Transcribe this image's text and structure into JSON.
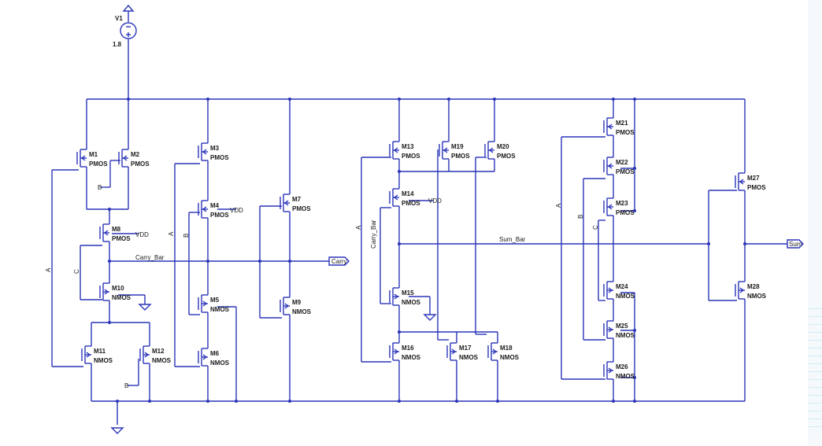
{
  "source": {
    "name": "V1",
    "value": "1.8"
  },
  "nets": {
    "vdd": "VDD",
    "a": "A",
    "b": "B",
    "c": "C",
    "carry_bar": "Carry_Bar",
    "carry": "Carry",
    "sum_bar": "Sum_Bar",
    "sum": "Sum"
  },
  "transistors": [
    {
      "name": "M1",
      "type": "PMOS"
    },
    {
      "name": "M2",
      "type": "PMOS"
    },
    {
      "name": "M3",
      "type": "PMOS"
    },
    {
      "name": "M4",
      "type": "PMOS"
    },
    {
      "name": "M5",
      "type": "NMOS"
    },
    {
      "name": "M6",
      "type": "NMOS"
    },
    {
      "name": "M7",
      "type": "PMOS"
    },
    {
      "name": "M8",
      "type": "PMOS"
    },
    {
      "name": "M9",
      "type": "NMOS"
    },
    {
      "name": "M10",
      "type": "NMOS"
    },
    {
      "name": "M11",
      "type": "NMOS"
    },
    {
      "name": "M12",
      "type": "NMOS"
    },
    {
      "name": "M13",
      "type": "PMOS"
    },
    {
      "name": "M14",
      "type": "PMOS"
    },
    {
      "name": "M15",
      "type": "NMOS"
    },
    {
      "name": "M16",
      "type": "NMOS"
    },
    {
      "name": "M17",
      "type": "NMOS"
    },
    {
      "name": "M18",
      "type": "NMOS"
    },
    {
      "name": "M19",
      "type": "PMOS"
    },
    {
      "name": "M20",
      "type": "PMOS"
    },
    {
      "name": "M21",
      "type": "PMOS"
    },
    {
      "name": "M22",
      "type": "PMOS"
    },
    {
      "name": "M23",
      "type": "PMOS"
    },
    {
      "name": "M24",
      "type": "NMOS"
    },
    {
      "name": "M25",
      "type": "NMOS"
    },
    {
      "name": "M26",
      "type": "NMOS"
    },
    {
      "name": "M27",
      "type": "PMOS"
    },
    {
      "name": "M28",
      "type": "NMOS"
    }
  ]
}
